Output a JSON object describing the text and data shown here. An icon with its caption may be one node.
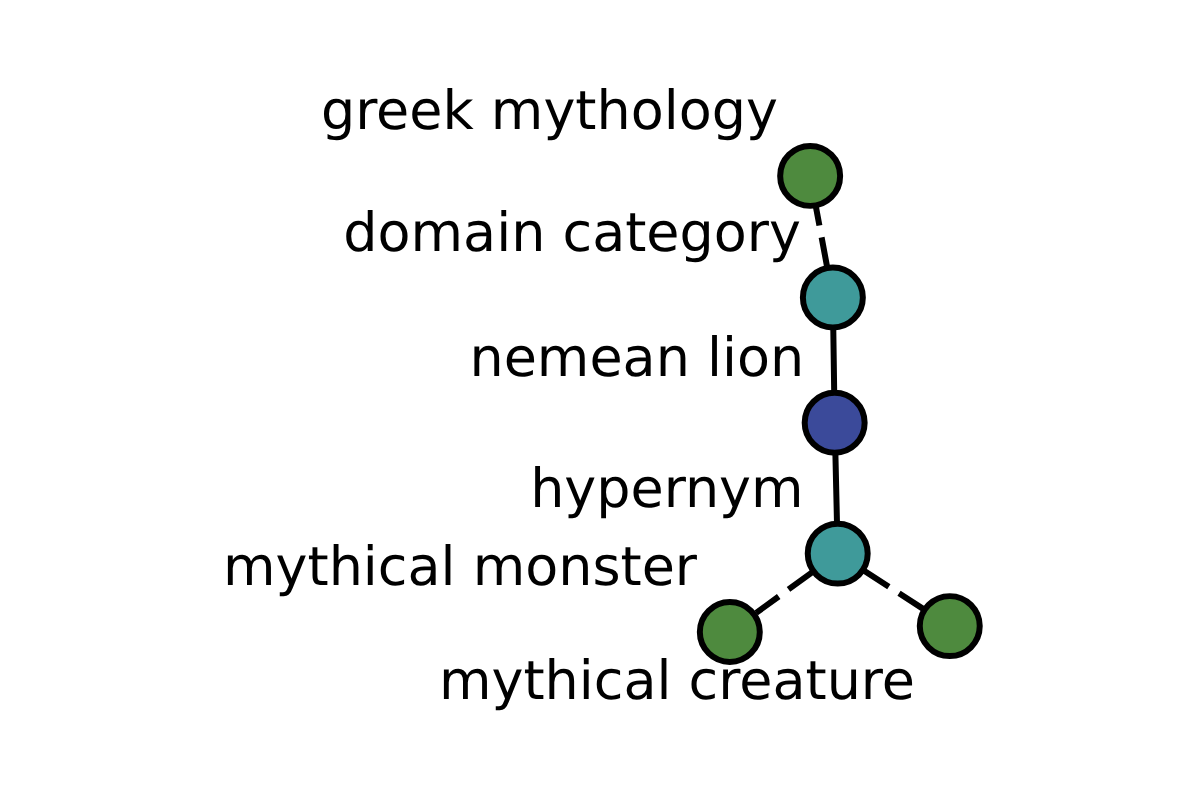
{
  "diagram": {
    "nodes": [
      {
        "text": [],
        "shape": "circle",
        "beside": [
          "mythical monster"
        ]
      },
      {
        "text": [],
        "shape": "circle",
        "beside": [
          "mythical creature"
        ]
      },
      {
        "text": [],
        "shape": "circle",
        "beside": [
          "hypernym"
        ]
      },
      {
        "text": [],
        "shape": "circle",
        "beside": [
          "nemean lion"
        ]
      },
      {
        "text": [],
        "shape": "circle",
        "beside": [
          "domain category"
        ]
      },
      {
        "text": [],
        "shape": "circle",
        "beside": [
          "greek mythology"
        ]
      }
    ],
    "edges": [
      {
        "from": 2,
        "to": 0,
        "arrow": "none",
        "style": "dashed"
      },
      {
        "from": 2,
        "to": 1,
        "arrow": "none",
        "style": "dashed"
      },
      {
        "from": 3,
        "to": 2,
        "arrow": "none"
      },
      {
        "from": 3,
        "to": 4,
        "arrow": "none"
      },
      {
        "from": 4,
        "to": 5,
        "arrow": "none",
        "style": "dashed"
      }
    ]
  }
}
